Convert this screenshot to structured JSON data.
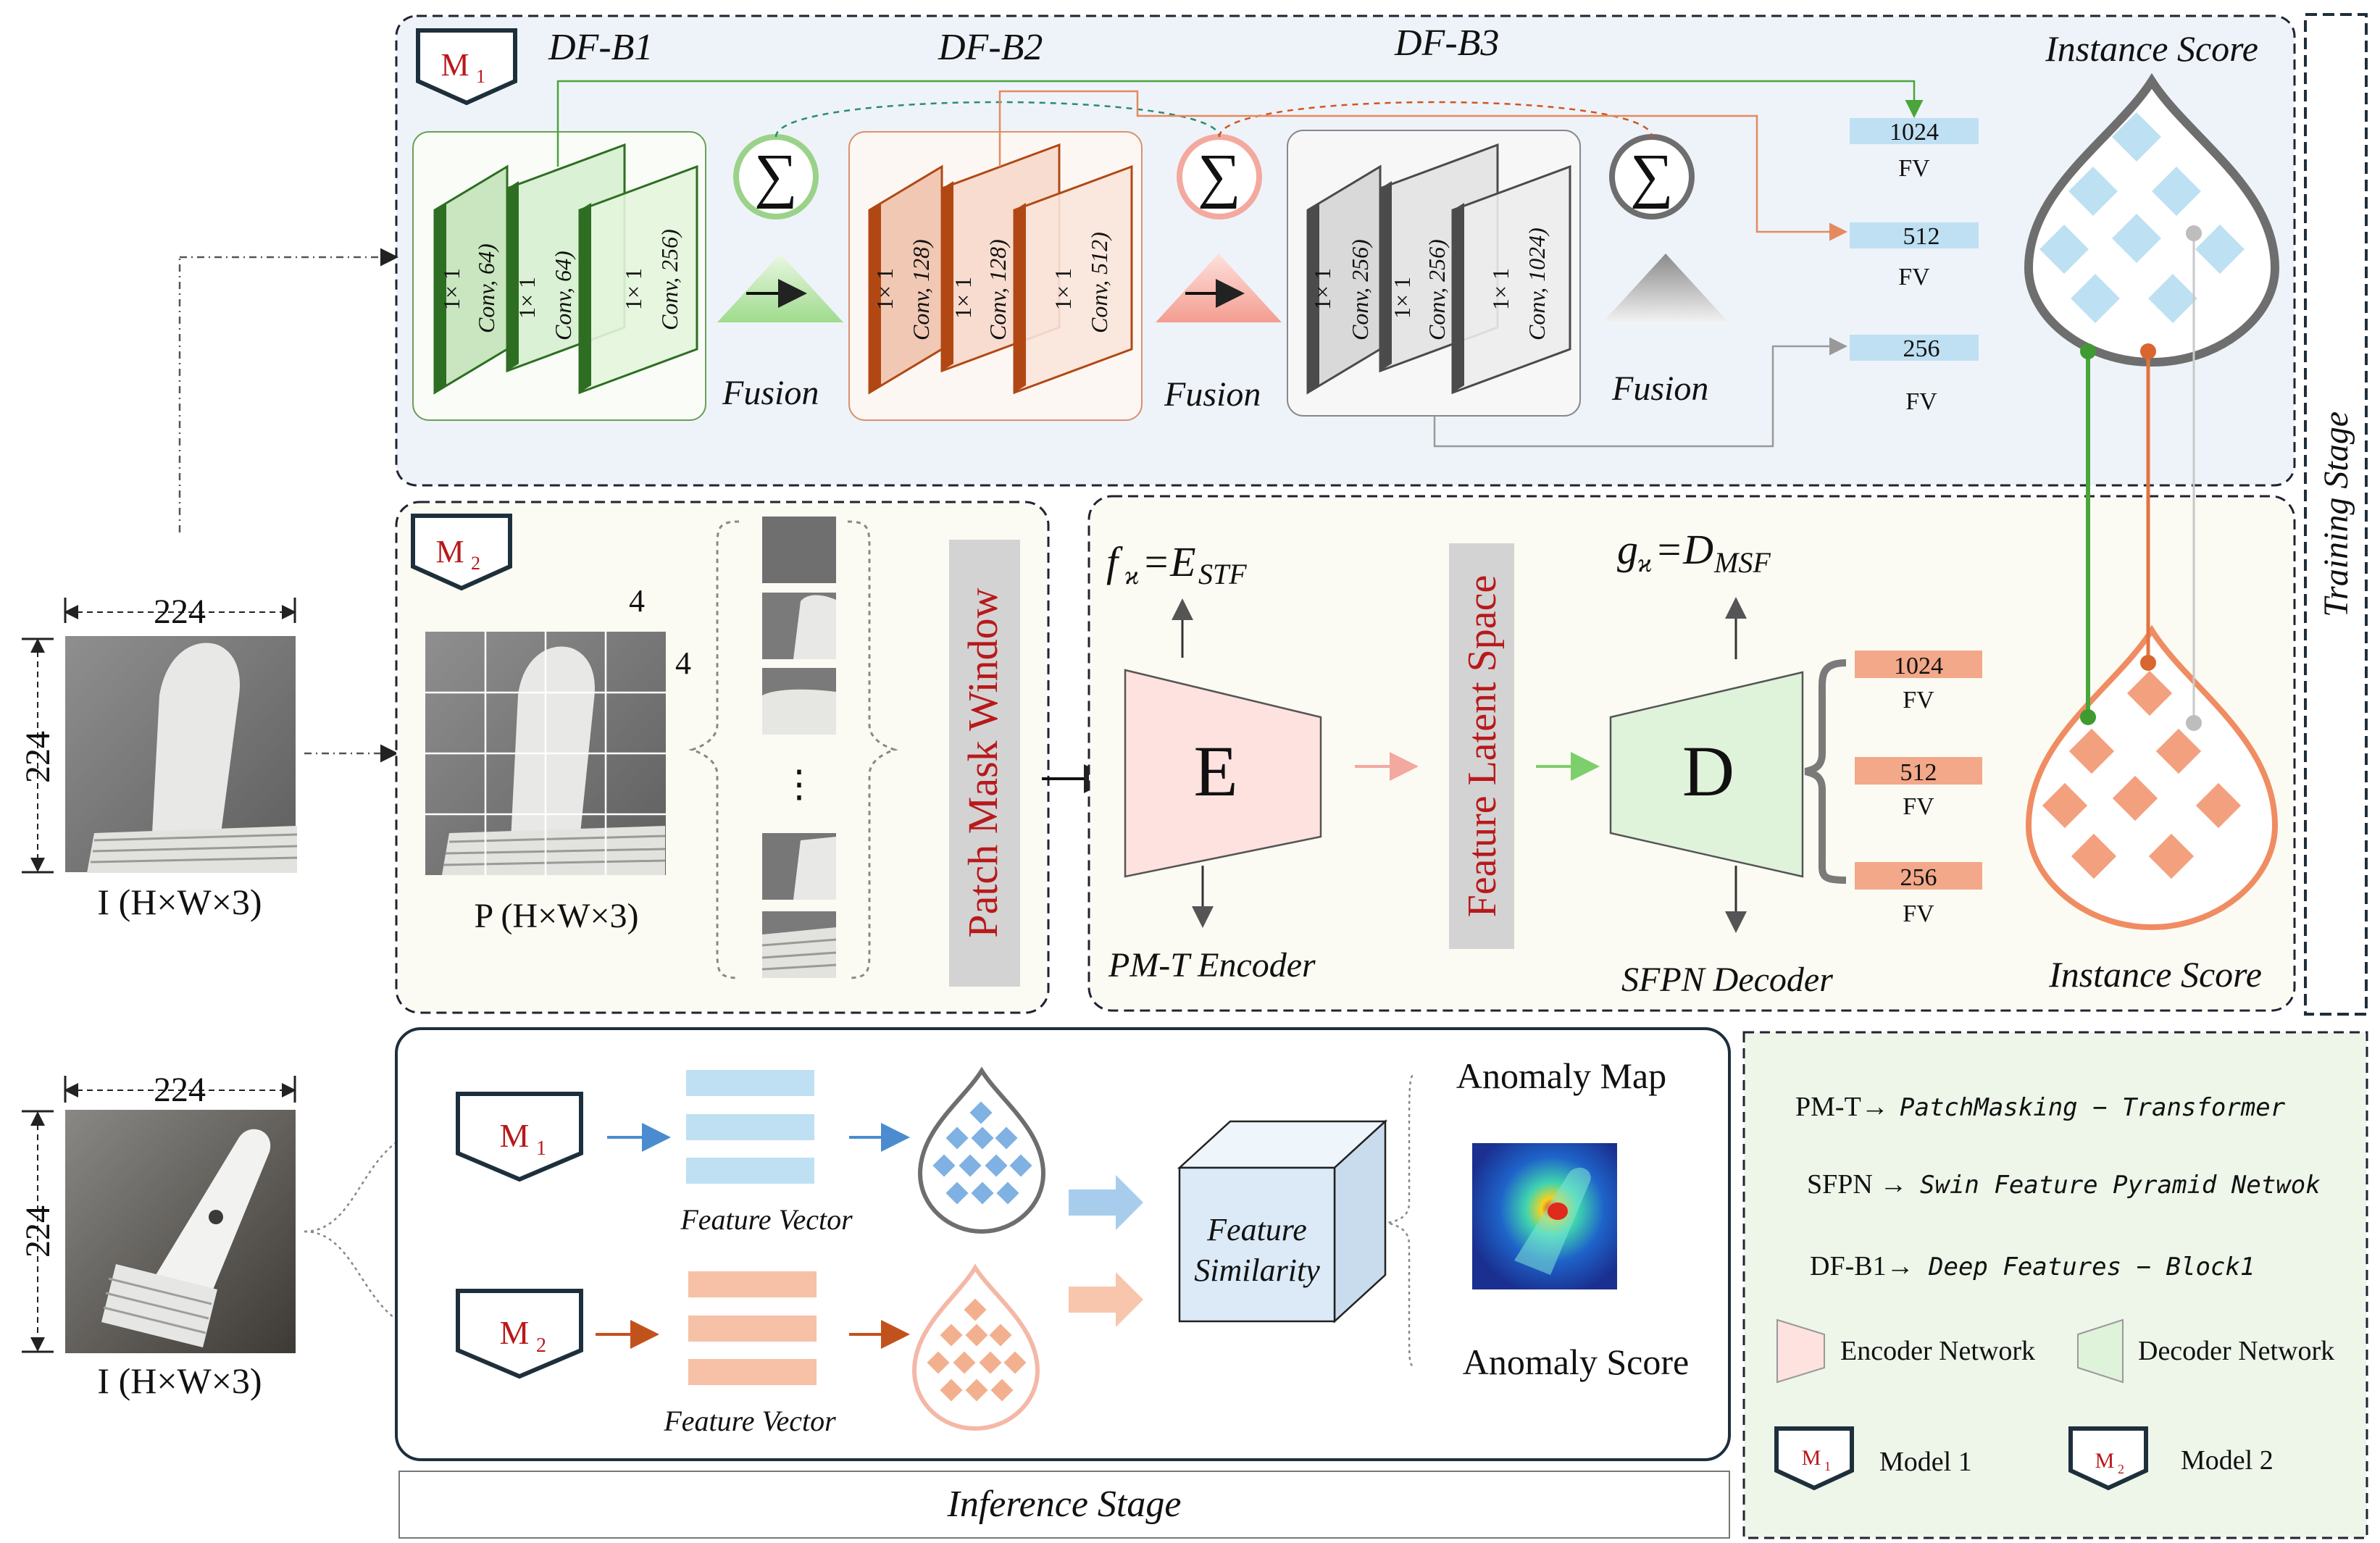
{
  "colors": {
    "green": "#3a7d2c",
    "green_light": "#d9efd3",
    "orange": "#c2521c",
    "orange_light": "#f6e1d8",
    "gray": "#6e6e6e",
    "gray_light": "#e6e6e6",
    "blue_fv": "#bfe0f2",
    "salmon_fv": "#f2a889",
    "title_red": "#b8191b",
    "panel_blue": "#eef3fa",
    "panel_cream": "#fbfbf3",
    "panel_green": "#eef5e9"
  },
  "m1_block": {
    "badge_main": "M",
    "badge_sub": "1",
    "stage_titles": [
      "DF-B1",
      "DF-B2",
      "DF-B3"
    ],
    "fusion_label": "Fusion",
    "sum_symbol": "∑",
    "layer_size": "1× 1",
    "b1_layers": [
      "Conv, 64)",
      "Conv, 64)",
      "Conv, 256)"
    ],
    "b2_layers": [
      "Conv, 128)",
      "Conv, 128)",
      "Conv, 512)"
    ],
    "b3_layers": [
      "Conv, 256)",
      "Conv, 256)",
      "Conv, 1024)"
    ],
    "fv_values": [
      "1024",
      "512",
      "256"
    ],
    "fv_label": "FV",
    "instance_score": "Instance Score"
  },
  "training_stage": "Training  Stage",
  "input_image": {
    "width": "224",
    "height": "224",
    "label": "I (H×W×3)"
  },
  "m2_block": {
    "badge_main": "M",
    "badge_sub": "2",
    "grid_cols": "4",
    "grid_rows": "4",
    "patch_label": "P (H×W×3)",
    "ellipsis": "⋮",
    "patch_mask_window": "Patch Mask Window",
    "encoder_fn": "f",
    "encoder_fn_sub": "ϰ",
    "encoder_fn_eq": "=E",
    "encoder_fn_eq_sub": "STF",
    "encoder_letter": "E",
    "encoder_name": "PM-T Encoder",
    "latent_space": "Feature Latent Space",
    "decoder_fn": "g",
    "decoder_fn_sub": "ϰ",
    "decoder_fn_eq": "=D",
    "decoder_fn_eq_sub": "MSF",
    "decoder_letter": "D",
    "decoder_name": "SFPN Decoder",
    "fv_values": [
      "1024",
      "512",
      "256"
    ],
    "fv_label": "FV",
    "instance_score": "Instance Score"
  },
  "inference": {
    "image_width": "224",
    "image_height": "224",
    "image_label": "I (H×W×3)",
    "m1_main": "M",
    "m1_sub": "1",
    "m2_main": "M",
    "m2_sub": "2",
    "feature_vector_1": "Feature Vector",
    "feature_vector_2": "Feature Vector",
    "similarity_line1": "Feature",
    "similarity_line2": "Similarity",
    "anomaly_map": "Anomaly Map",
    "anomaly_score": "Anomaly Score",
    "stage_label": "Inference Stage"
  },
  "legend": {
    "pmt_prefix": "PM-T→ ",
    "pmt_text": "PatchMasking − Transformer",
    "sfpn_prefix": "SFPN → ",
    "sfpn_text": "Swin Feature Pyramid Netwok",
    "dfb1_prefix": "DF-B1→ ",
    "dfb1_text": "Deep Features − Block1",
    "encoder_network": "Encoder Network",
    "decoder_network": "Decoder Network",
    "model1_badge_main": "M",
    "model1_badge_sub": "1",
    "model1": "Model 1",
    "model2_badge_main": "M",
    "model2_badge_sub": "2",
    "model2": "Model 2"
  }
}
